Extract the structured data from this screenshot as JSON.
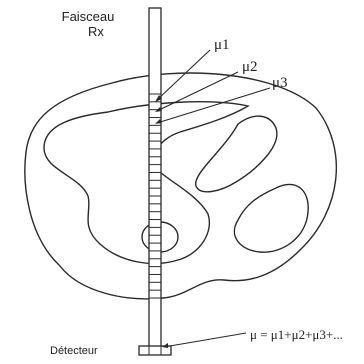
{
  "labels": {
    "beam_line1": "Faisceau",
    "beam_line2": "Rx",
    "detector": "Détecteur",
    "mu1": "μ1",
    "mu2": "μ2",
    "mu3": "μ3",
    "formula": "μ = μ1+μ2+μ3+..."
  },
  "colors": {
    "stroke": "#2a2a2a",
    "fill": "#ffffff"
  },
  "beam": {
    "voxel_count": 26
  }
}
